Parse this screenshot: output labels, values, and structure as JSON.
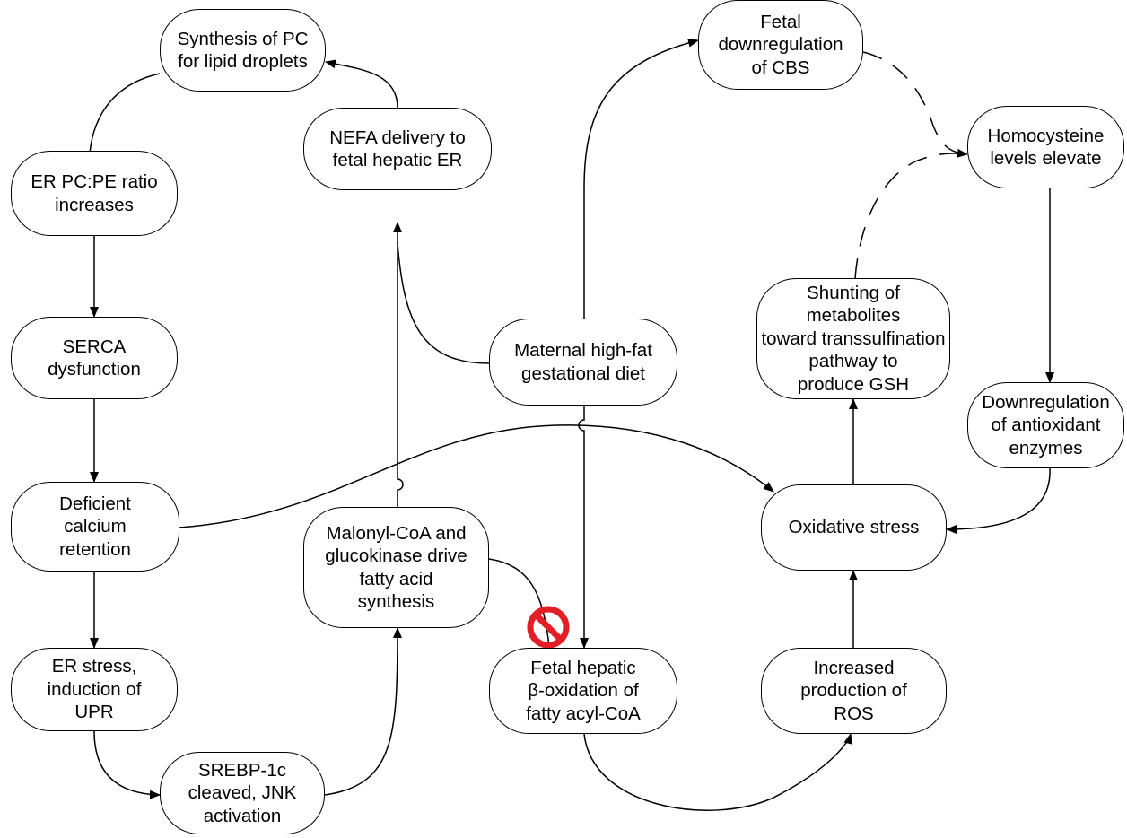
{
  "diagram": {
    "nodes": {
      "synthesis_pc": "Synthesis of PC\nfor lipid droplets",
      "er_ratio": "ER PC:PE ratio\nincreases",
      "serca": "SERCA\ndysfunction",
      "calcium": "Deficient\ncalcium\nretention",
      "er_stress": "ER stress,\ninduction of\nUPR",
      "srebp": "SREBP-1c\ncleaved, JNK\nactivation",
      "nefa": "NEFA delivery to\nfetal hepatic ER",
      "malonyl": "Malonyl-CoA and\nglucokinase drive\nfatty acid\nsynthesis",
      "maternal": "Maternal high-fat\ngestational diet",
      "beta_ox": "Fetal hepatic\nβ-oxidation of\nfatty acyl-CoA",
      "cbs": "Fetal\ndownregulation\nof CBS",
      "homocysteine": "Homocysteine\nlevels elevate",
      "shunting": "Shunting of\nmetabolites\ntoward transsulfination\npathway to\nproduce GSH",
      "antioxidant": "Downregulation\nof antioxidant\nenzymes",
      "oxidative": "Oxidative stress",
      "ros": "Increased\nproduction of\nROS"
    },
    "inhibition_icon": "no-entry-sign",
    "colors": {
      "inhibition": "#e41e26",
      "line": "#000000"
    }
  }
}
